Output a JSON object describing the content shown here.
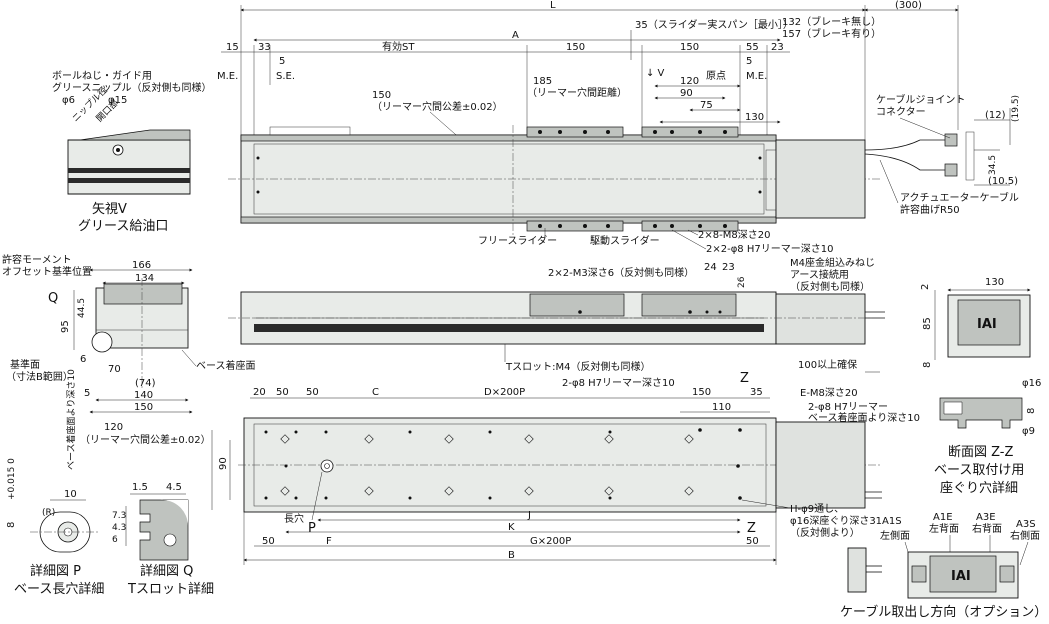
{
  "top_view": {
    "dim_L": "L",
    "dim_300": "(300)",
    "dim_A": "A",
    "dim_15": "15",
    "dim_33": "33",
    "dim_5a": "5",
    "dim_effective_st": "有効ST",
    "dim_150a": "150",
    "dim_150b": "150",
    "dim_55": "55",
    "dim_23": "23",
    "dim_5b": "5",
    "me_left": "M.E.",
    "se": "S.E.",
    "me_right": "M.E.",
    "slider_span": "35（スライダー実スパン［最小］）",
    "brake_none": "132（ブレーキ無し）",
    "brake_with": "157（ブレーキ有り）",
    "dim_185": "185",
    "reamer_distance": "（リーマー穴間距離）",
    "dim_150_reamer": "150",
    "reamer_tolerance": "（リーマー穴間公差±0.02）",
    "view_v": "↓ V",
    "origin": "原点",
    "dim_120": "120",
    "dim_90": "90",
    "dim_75": "75",
    "dim_130": "130",
    "cable_joint": "ケーブルジョイント",
    "connector": "コネクター",
    "dim_12": "(12)",
    "dim_19_5": "(19.5)",
    "dim_34_5": "34.5",
    "dim_10_5": "(10.5)",
    "actuator_cable": "アクチュエーターケーブル",
    "bend_radius": "許容曲げR50",
    "free_slider": "フリースライダー",
    "drive_slider": "駆動スライダー",
    "tap_m8": "2×8-M8深さ20",
    "reamer_phi8": "2×2-φ8 H7リーマー深さ10"
  },
  "view_v": {
    "ball_screw": "ボールねじ・ガイド用",
    "grease_nipple": "グリースニップル（反対側も同様）",
    "phi6": "φ6",
    "nipple_dia": "ニップル径",
    "phi15": "φ15",
    "opening": "開口部",
    "caption1": "矢視V",
    "caption2": "グリース給油口"
  },
  "end_view": {
    "moment_offset1": "許容モーメント",
    "moment_offset2": "オフセット基準位置",
    "dim_166": "166",
    "dim_134": "134",
    "q": "Q",
    "dim_44_5": "44.5",
    "dim_95": "95",
    "dim_6": "6",
    "ref_surface": "基準面",
    "ref_range": "（寸法B範囲）",
    "dim_70": "70",
    "dim_74": "(74)",
    "dim_5": "5",
    "dim_140": "140",
    "dim_150": "150",
    "base_mount": "ベース着座面"
  },
  "side_view": {
    "tap_m3": "2×2-M3深さ6（反対側も同様）",
    "dim_24": "24",
    "dim_23": "23",
    "dim_26": "26",
    "earth_tap": "M4座金組込みねじ",
    "earth_use": "アース接続用",
    "earth_opposite": "（反対側も同様）",
    "t_slot": "Tスロット:M4（反対側も同様）",
    "clearance": "100以上確保"
  },
  "z_view": {
    "dim_130": "130",
    "dim_2": "2",
    "dim_85": "85",
    "dim_8": "8",
    "dim_phi16": "φ16",
    "dim_8b": "8",
    "dim_phi9": "φ9",
    "caption1": "断面図 Z-Z",
    "caption2": "ベース取付け用",
    "caption3": "座ぐり穴詳細",
    "logo": "IAI"
  },
  "base_view": {
    "dim_20": "20",
    "dim_50a": "50",
    "dim_50b": "50",
    "dim_C": "C",
    "dim_D": "D×200P",
    "reamer_phi8": "2-φ8 H7リーマー深さ10",
    "dim_150": "150",
    "z_top": "Z",
    "dim_35": "35",
    "dim_110": "110",
    "e_tap": "E-M8深さ20",
    "reamer_phi8b": "2-φ8 H7リーマー",
    "reamer_depth": "ベース着座面より深さ10",
    "dim_120": "120",
    "reamer_tol": "（リーマー穴間公差±0.02）",
    "dim_90": "90",
    "long_hole": "長穴",
    "p": "P",
    "dim_J": "J",
    "dim_K": "K",
    "z_bottom": "Z",
    "dim_50c": "50",
    "dim_F": "F",
    "dim_G": "G×200P",
    "dim_50d": "50",
    "dim_B": "B",
    "h_hole": "H-φ9通し、",
    "h_counterbore": "φ16深座ぐり深さ31A1S",
    "h_opposite": "（反対側より）"
  },
  "detail_p": {
    "dim_8": "8",
    "tol": "+0.015 0",
    "depth": "ベース着座面より深さ10",
    "dim_10": "10",
    "r": "(R)",
    "caption1": "詳細図 P",
    "caption2": "ベース長穴詳細"
  },
  "detail_q": {
    "dim_1_5": "1.5",
    "dim_4_5": "4.5",
    "dim_7_3": "7.3",
    "dim_4_3": "4.3",
    "dim_6": "6",
    "caption1": "詳細図 Q",
    "caption2": "Tスロット詳細"
  },
  "cable_option": {
    "a1e": "A1E",
    "a1e_desc": "左背面",
    "a3e": "A3E",
    "a3e_desc": "右背面",
    "a3s": "A3S",
    "a3s_desc": "右側面",
    "a1s_desc": "左側面",
    "logo": "IAI",
    "caption": "ケーブル取出し方向（オプション）"
  }
}
